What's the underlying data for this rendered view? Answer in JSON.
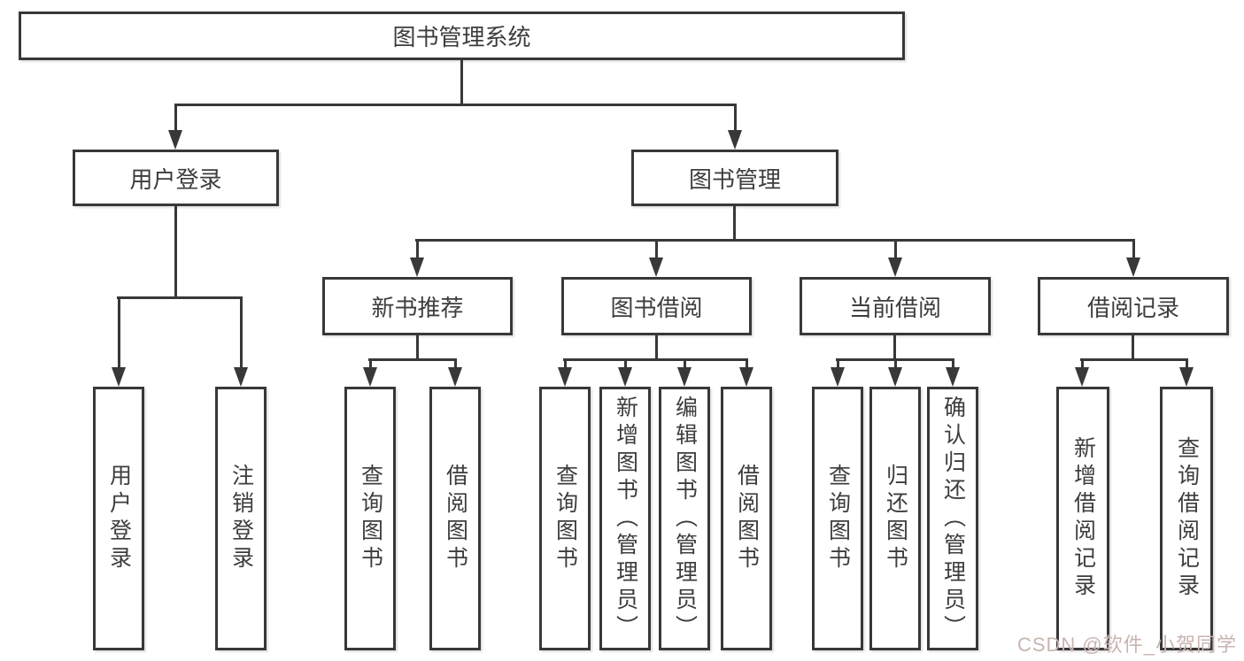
{
  "diagram": {
    "title": "图书管理系统",
    "level2": [
      {
        "label": "用户登录"
      },
      {
        "label": "图书管理"
      }
    ],
    "level3": [
      {
        "label": "新书推荐"
      },
      {
        "label": "图书借阅"
      },
      {
        "label": "当前借阅"
      },
      {
        "label": "借阅记录"
      }
    ],
    "level4": {
      "user_login": [
        "用户登录",
        "注销登录"
      ],
      "new_book": [
        "查询图书",
        "借阅图书"
      ],
      "book_borrow": [
        "查询图书",
        "新增图书（管理员）",
        "编辑图书（管理员）",
        "借阅图书"
      ],
      "current_borrow": [
        "查询图书",
        "归还图书",
        "确认归还（管理员）"
      ],
      "borrow_record": [
        "新增借阅记录",
        "查询借阅记录"
      ]
    }
  },
  "watermark": {
    "text": "CSDN @软件_小贺同学"
  },
  "colors": {
    "line": "#383838",
    "box_border": "#383838",
    "text": "#3d3d3d",
    "background": "#ffffff",
    "watermark": "#c9b4b1"
  }
}
